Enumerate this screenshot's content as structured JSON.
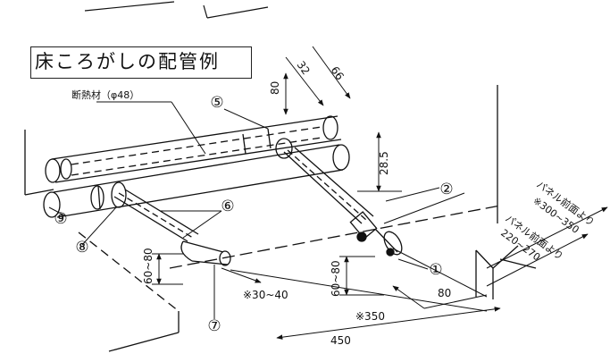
{
  "title": "床ころがしの配管例",
  "insulation_label": "断熱材（φ48）",
  "callouts": {
    "c1": "①",
    "c2": "②",
    "c5": "⑤",
    "c6": "⑥",
    "c7": "⑦",
    "c8": "⑧",
    "c9": "⑨"
  },
  "dimensions": {
    "d32": "32",
    "d66": "66",
    "d80_top": "80",
    "d28_5": "28.5",
    "d60_80_left": "60~80",
    "d60_80_right": "60~80",
    "d30_40": "※30~40",
    "d80_bottom": "80",
    "d350": "※350",
    "d450": "450",
    "panel_front_1": "パネル前面より",
    "panel_front_1_value": "※300~350",
    "panel_front_2": "パネル前面より",
    "panel_front_2_value": "220~270"
  }
}
